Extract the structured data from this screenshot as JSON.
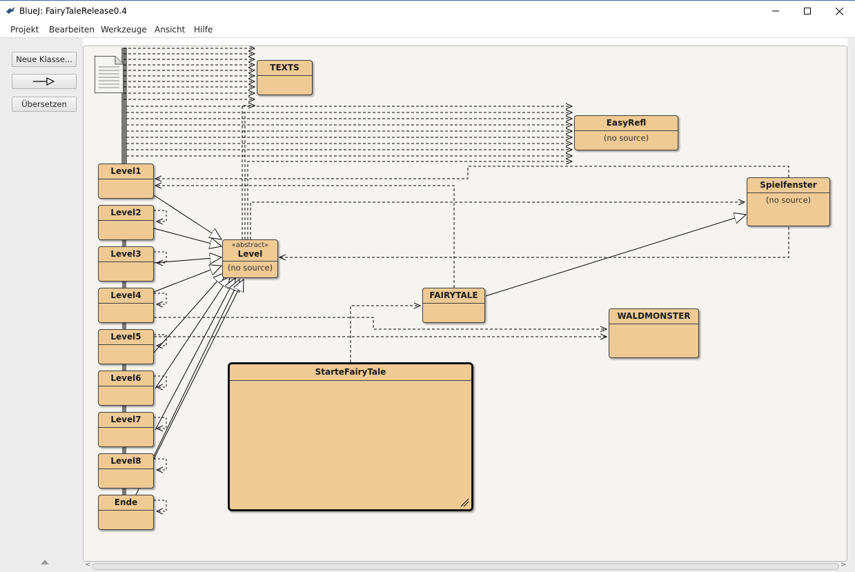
{
  "window": {
    "title": "BlueJ:  FairyTaleRelease0.4",
    "minimize_glyph": "—",
    "maximize_glyph": "☐",
    "close_glyph": "✕"
  },
  "menu": [
    "Projekt",
    "Bearbeiten",
    "Werkzeuge",
    "Ansicht",
    "Hilfe"
  ],
  "toolbar": {
    "new_class": "Neue Klasse...",
    "compile": "Übersetzen"
  },
  "classes": {
    "texts": {
      "name": "TEXTS"
    },
    "easyrefl": {
      "name": "EasyRefl",
      "status": "(no source)"
    },
    "spielfenster": {
      "name": "Spielfenster",
      "status": "(no source)"
    },
    "level": {
      "stereotype": "«abstract»",
      "name": "Level",
      "status": "(no source)"
    },
    "fairytale": {
      "name": "FAIRYTALE"
    },
    "waldmonster": {
      "name": "WALDMONSTER"
    },
    "startefairytale": {
      "name": "StarteFairyTale"
    },
    "level1": {
      "name": "Level1"
    },
    "level2": {
      "name": "Level2"
    },
    "level3": {
      "name": "Level3"
    },
    "level4": {
      "name": "Level4"
    },
    "level5": {
      "name": "Level5"
    },
    "level6": {
      "name": "Level6"
    },
    "level7": {
      "name": "Level7"
    },
    "level8": {
      "name": "Level8"
    },
    "ende": {
      "name": "Ende"
    }
  },
  "icons": {
    "app": "bluej-bird-icon",
    "readme": "readme-document-icon",
    "new_uses_arrow": "uses-arrow-icon",
    "expand": "triangle-up-icon"
  },
  "colors": {
    "class_fill": "#f0ca94",
    "canvas_bg": "#f5f4f0",
    "panel_bg": "#ececec"
  }
}
